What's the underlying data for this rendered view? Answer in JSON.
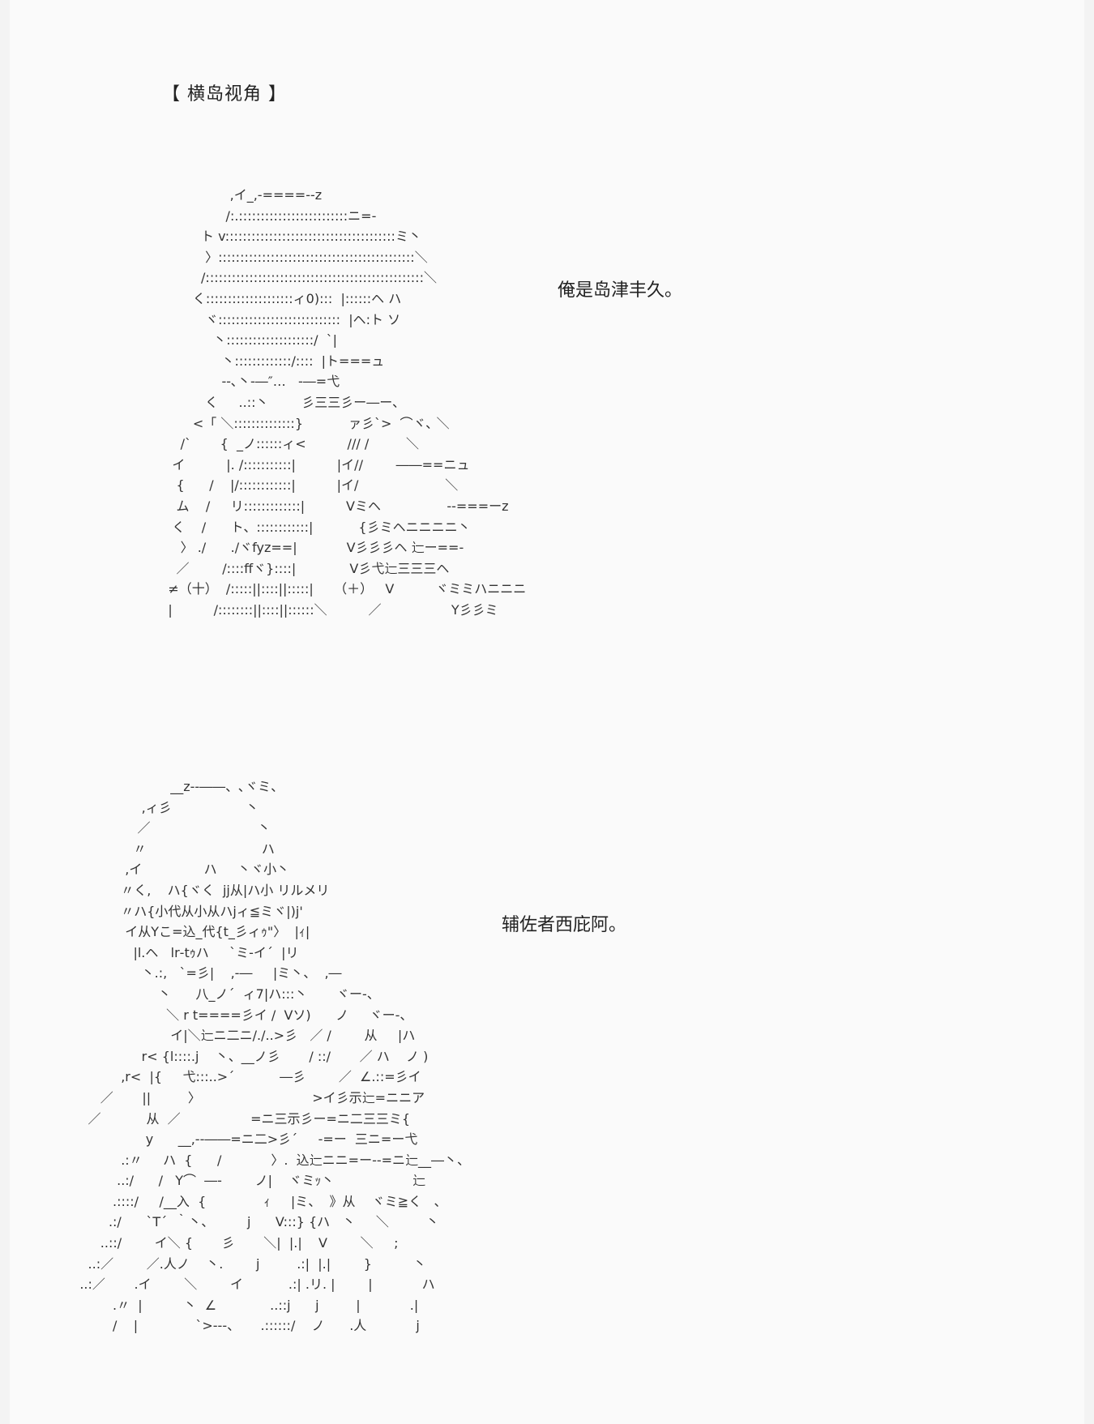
{
  "page": {
    "header": "【 横岛视角 】"
  },
  "scene1": {
    "dialogue": "俺是岛津丰久。",
    "art": "                   ,イ_,-====--z\n                  /:.:::::::::::::::::::::::::ニ=-\n            ト v:::::::::::::::::::::::::::::::::::::::ミ丶\n             〉:::::::::::::::::::::::::::::::::::::::::::::＼\n            /::::::::::::::::::::::::::::::::::::::::::::::::::＼\n          く::::::::::::::::::::ィ0):::  |::::::ヘ ハ\n             ヾ::::::::::::::::::::::::::::  |ヘ:ト ソ\n               丶::::::::::::::::::::/  `|\n                 丶:::::::::::::/::::  |ト===ュ\n                 --､丶-―″…   -―=弋\n             く     ..::丶        彡三三彡ー―ー、\n          <「 ＼::::::::::::::}           ァ彡`>  ⌒ヾ､ ＼\n       /`       {  _ノ::::::ィ<          /// /         ＼\n     イ          |. /:::::::::::|          |イ//        ――==ニュ\n      {      /    |/::::::::::::|          |イ/                     ＼\n      ム    /     リ:::::::::::::|          Vミヘ                --===ーz\n     く    /      ト、::::::::::::|           {彡ミヘニニニニ丶\n       〉 ./      ./ヾfyz==|            V彡彡彡ヘ 辷ー==-\n      ／        /::::ffヾ}::::|             V彡弋辷三三三ヘ\n    ≠（十）  /:::::||::::||:::::|     （＋）   V          ヾミミハニニニ\n    |          /::::::::||::::||::::::＼          ／                 Y彡彡ミ"
  },
  "scene2": {
    "dialogue": "辅佐者西庇阿。",
    "art": "                          __z--――、､ヾミ、\n                   ,ィ彡                  丶\n                  ／                          丶\n                 〃                            ハ\n               ,イ               ハ     丶ヾ小丶\n              〃く,    ハ{ヾく  jj从|ハ小 リルメリ\n              〃ハ{小代从小从ハjィ≦ミヾ|)j'\n               イ从Yこ=込_代{t_彡ィｩ\"〉  |ｨ|\n                 |l.ヘ   lr‐tｩハ     `ミ-イ´  |リ\n                   丶.:,   `=彡|    ,-―     |ミ丶、  ,―\n                       丶      八_ノ´  ィ7|ハ:::丶       ヾー-、\n                         ＼ r t====彡イ /  Vソ)      ノ     ヾー-、\n                          イ|＼辷ニ二ニ/./..>彡   ／ /        从     |ハ\n                   r< {l::::.j    丶、__ノ彡       / ::/       ／ ハ    ノ )\n              ,r<  |{     弋:::..>´           ―彡        ／  ∠.::=彡イ\n         ／       ||         〉                           >イ彡示辷=ニニア\n      ／           从  ／                 =ニ三示彡ー=ニ二三三ミ{\n                    y      __,--――=ニ二>彡´     -=ー  三ニ=ー弋\n              .:〃     ハ  {      /            〉.  込辷ニニ=ー--=ニ辷__―丶、\n             ..:/      /   Y⌒  ―-        ノ|    ヾミｯ丶                   辷\n            .::::/     /__入  {              ｨ     |ミ、  》从    ヾミ≧く   、\n           .:/      `T´  ｀丶、        j      V:::} {ハ   丶     ＼         丶\n         ..::/        イ＼ {       彡       ＼|  |.|    V        ＼     ;\n      ..:／        ／.人ノ    丶.        j         .:|  |.|        }          丶\n    ..:／       .イ        ＼        イ           .:| .リ. |        |            ハ\n            .〃  |          丶  ∠             ..::j      j         |            .|\n            /    |              `>---、     .::::::/    ノ      .人            j"
  }
}
